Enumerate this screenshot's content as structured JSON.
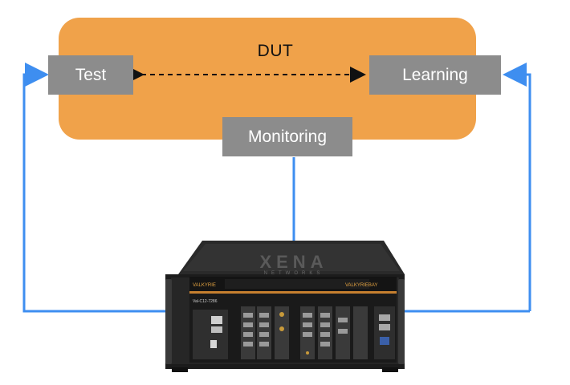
{
  "diagram": {
    "dut_label": "DUT",
    "ports": {
      "test": "Test",
      "learning": "Learning",
      "monitoring": "Monitoring"
    },
    "chassis": {
      "brand_logo": "XENA",
      "brand_sub": "NETWORKS",
      "left_badge": "VALKYRIE",
      "right_badge": "VALKYRIEBAY",
      "model_tag": "Val-C12-7286"
    },
    "colors": {
      "dut_fill": "#f0a24a",
      "port_fill": "#8c8c8c",
      "arrow_blue": "#3e8ef0",
      "arrow_dashed": "#111111"
    }
  }
}
